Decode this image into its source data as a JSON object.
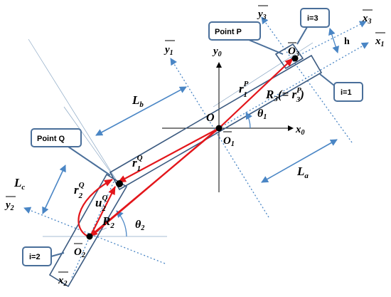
{
  "labels": {
    "point_p": "Point P",
    "point_q": "Point Q",
    "i1": "i=1",
    "i2": "i=2",
    "i3": "i=3",
    "h": "h",
    "y0": "y",
    "y0_sub": "0",
    "x0": "x",
    "x0_sub": "0",
    "y1": "y",
    "y1_sub": "1",
    "x1": "x",
    "x1_sub": "1",
    "y2": "y",
    "y2_sub": "2",
    "x2": "x",
    "x2_sub": "2",
    "y3": "y",
    "y3_sub": "3",
    "x3": "x",
    "x3_sub": "3",
    "O": "O",
    "O1": "O",
    "O1_sub": "1",
    "O2": "O",
    "O2_sub": "2",
    "O3": "O",
    "O3_sub": "3",
    "Lb": "L",
    "Lb_sub": "b",
    "La": "L",
    "La_sub": "a",
    "Lc": "L",
    "Lc_sub": "c",
    "theta1": "θ",
    "theta1_sub": "1",
    "theta2": "θ",
    "theta2_sub": "2",
    "r1P": "r",
    "r1P_sup": "P",
    "r1P_sub": "1",
    "R3": "R",
    "R3_sub": "3",
    "R3_eq": "(= r",
    "R3_eq_sup": "P",
    "R3_eq_sub": "3",
    "R3_close": ")",
    "r1Q": "r",
    "r1Q_sup": "Q",
    "r1Q_sub": "1",
    "r2Q": "r",
    "r2Q_sup": "Q",
    "r2Q_sub": "2",
    "u2Q": "u",
    "u2Q_sup": "Q",
    "u2Q_sub": "2",
    "R2": "R",
    "R2_sub": "2"
  },
  "colors": {
    "body_outline": "#3b5a80",
    "axis_blue": "#4a86c5",
    "callout": "#4a6f9a",
    "vector_red": "#e3161b",
    "black": "#000000"
  }
}
